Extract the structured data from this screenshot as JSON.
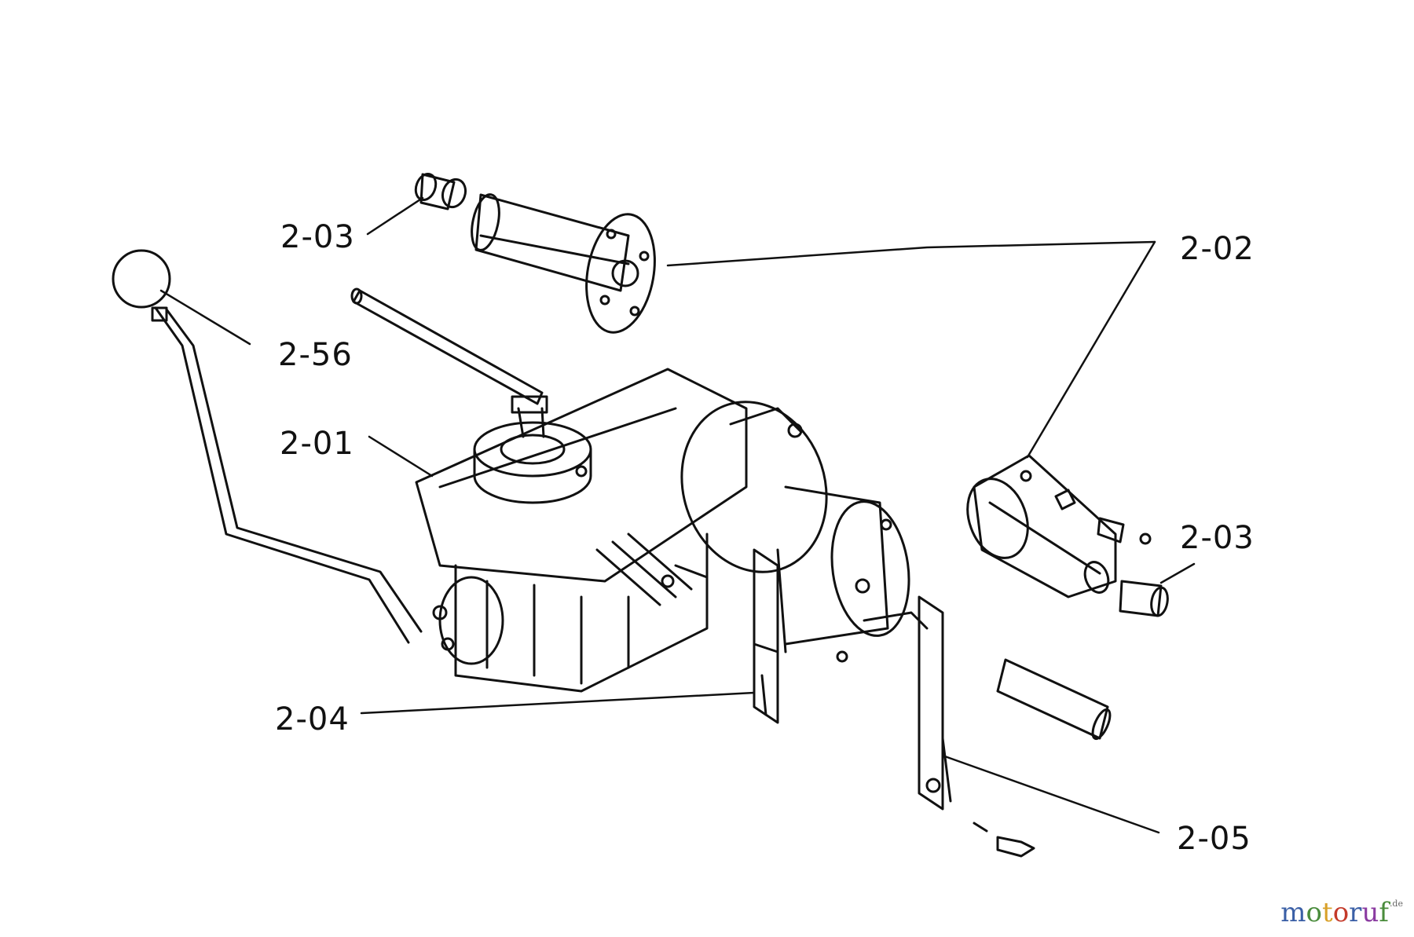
{
  "labels": [
    {
      "id": "2-03-top",
      "text": "2-03"
    },
    {
      "id": "2-02",
      "text": "2-02"
    },
    {
      "id": "2-56",
      "text": "2-56"
    },
    {
      "id": "2-01",
      "text": "2-01"
    },
    {
      "id": "2-03-right",
      "text": "2-03"
    },
    {
      "id": "2-04",
      "text": "2-04"
    },
    {
      "id": "2-05",
      "text": "2-05"
    }
  ],
  "watermark": {
    "text": "motoruf",
    "suffix": ".de",
    "letter_colors": [
      "#3a5fa6",
      "#4a8c3c",
      "#d9a12a",
      "#c43a2a",
      "#3a5fa6",
      "#8a3aa0",
      "#4a8c3c"
    ]
  },
  "colors": {
    "line": "#111111",
    "background": "#ffffff"
  }
}
